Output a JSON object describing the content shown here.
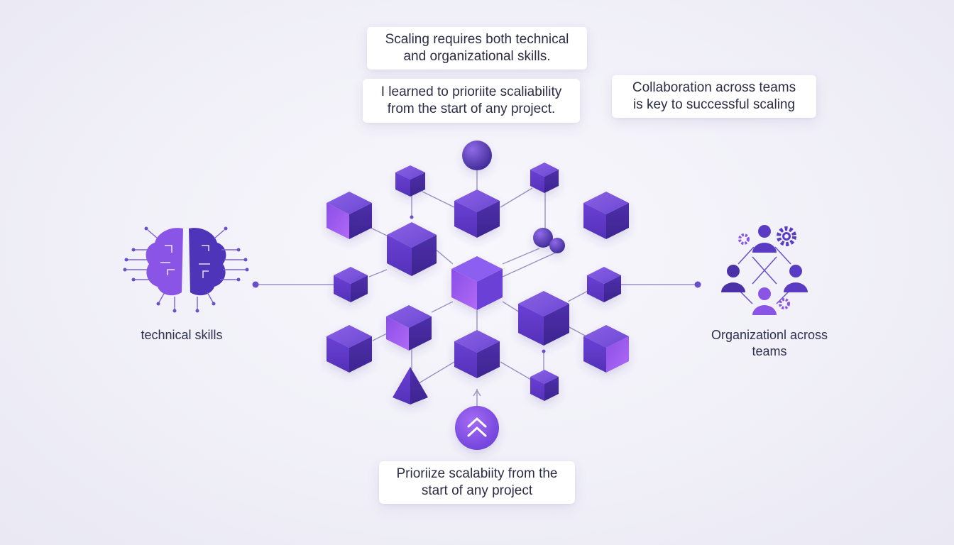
{
  "callouts": {
    "top": [
      "Scaling requires both technical",
      "and organizational skills."
    ],
    "middle": [
      "I learned to prioriite scaliability",
      "from the start of any project."
    ],
    "right": [
      "Collaboration across teams",
      "is key to successful scaling"
    ],
    "bottom": [
      "Prioriize scalabiity from the",
      "start of any project"
    ]
  },
  "labels": {
    "left": [
      "technical skills"
    ],
    "right": [
      "Organizationl across",
      "teams"
    ]
  },
  "colors": {
    "accent": "#6a3fd6",
    "cube_top": "#7a55d6",
    "cube_left": "#5b36c0",
    "cube_right": "#452a9e",
    "highlight": "#a065f0",
    "line": "#9a92c4"
  },
  "icons": {
    "left": "brain-circuit-icon",
    "right": "team-network-icon",
    "bottom": "chevrons-up-icon"
  }
}
